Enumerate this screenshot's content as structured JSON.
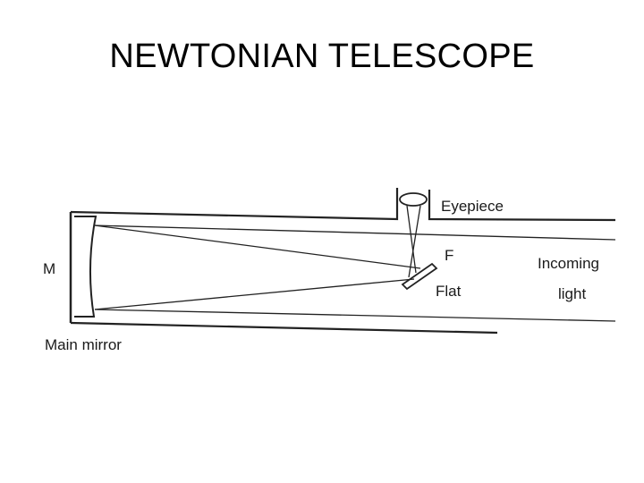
{
  "slide": {
    "title": "NEWTONIAN TELESCOPE"
  },
  "diagram": {
    "labels": {
      "main_mirror_letter": "M",
      "main_mirror": "Main mirror",
      "eyepiece": "Eyepiece",
      "focus": "F",
      "flat": "Flat",
      "incoming": "Incoming",
      "light": "light"
    }
  },
  "colors": {
    "ink": "#222222",
    "background": "#ffffff"
  }
}
